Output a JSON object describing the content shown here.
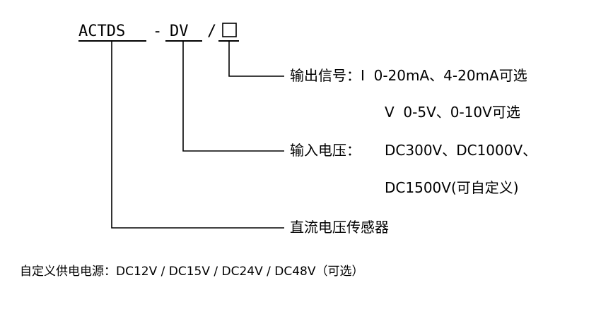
{
  "model_code": {
    "prefix": "ACTDS",
    "dash": "-",
    "dv": "DV",
    "slash": "/"
  },
  "branches": {
    "output_signal": {
      "label": "输出信号：",
      "line1": "I  0-20mA、4-20mA可选",
      "line2": "V  0-5V、0-10V可选"
    },
    "input_voltage": {
      "label": "输入电压：",
      "line1": "DC300V、DC1000V、",
      "line2": "DC1500V(可自定义)"
    },
    "product": {
      "label": "直流电压传感器"
    }
  },
  "footer": {
    "text": "自定义供电电源：DC12V / DC15V / DC24V / DC48V（可选）"
  },
  "colors": {
    "ink": "#000000",
    "background": "#ffffff"
  }
}
